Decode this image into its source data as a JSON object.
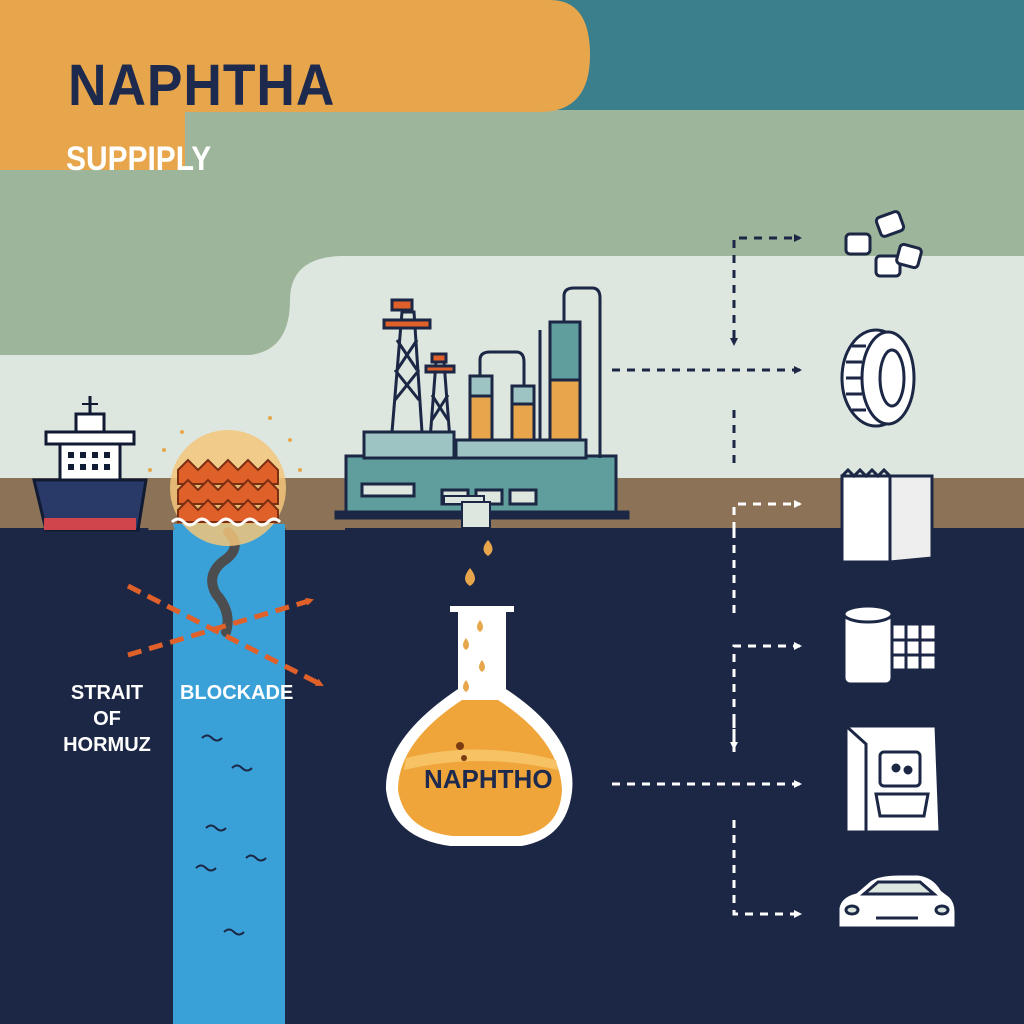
{
  "header": {
    "title": "NAPHTHA",
    "subtitle": "SUPPIPLY"
  },
  "labels": {
    "strait_line1": "STRAIT",
    "strait_line2": "OF",
    "strait_line3": "HORMUZ",
    "blockade": "BLOCKADE",
    "flask": "NAPHTHO"
  },
  "products": [
    {
      "icon": "plastic-pellets-icon"
    },
    {
      "icon": "tire-icon"
    },
    {
      "icon": "paper-bag-icon"
    },
    {
      "icon": "textile-roll-icon"
    },
    {
      "icon": "packaged-goods-icon"
    },
    {
      "icon": "car-icon"
    }
  ],
  "colors": {
    "navy": "#1b2745",
    "orange": "#e8a64c",
    "teal": "#3b7f8c",
    "sage": "#9db59a",
    "mint": "#dde6df",
    "land": "#8c7358",
    "water": "#3aa0d8",
    "disruption": "#e0602a"
  }
}
